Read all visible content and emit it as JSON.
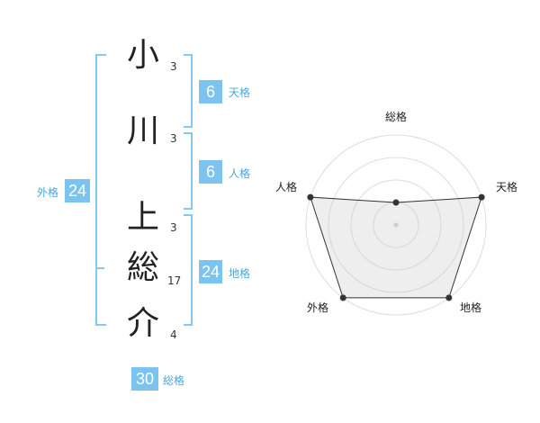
{
  "name": {
    "chars": [
      {
        "char": "小",
        "strokes": "3"
      },
      {
        "char": "川",
        "strokes": "3"
      },
      {
        "char": "上",
        "strokes": "3"
      },
      {
        "char": "総",
        "strokes": "17"
      },
      {
        "char": "介",
        "strokes": "4"
      }
    ]
  },
  "kaku": {
    "tenkaku": {
      "value": "6",
      "label": "天格"
    },
    "jinkaku": {
      "value": "6",
      "label": "人格"
    },
    "chikaku": {
      "value": "24",
      "label": "地格"
    },
    "gaikaku": {
      "value": "24",
      "label": "外格"
    },
    "soukaku": {
      "value": "30",
      "label": "総格"
    }
  },
  "chart_data": {
    "type": "radar",
    "axes": [
      "総格",
      "天格",
      "地格",
      "外格",
      "人格"
    ],
    "values": [
      1,
      4,
      4,
      4,
      4
    ],
    "rmax": 4
  },
  "colors": {
    "accent": "#7cc4ef",
    "accent_text": "#4aa6e0",
    "bracket": "#85c8f0"
  }
}
